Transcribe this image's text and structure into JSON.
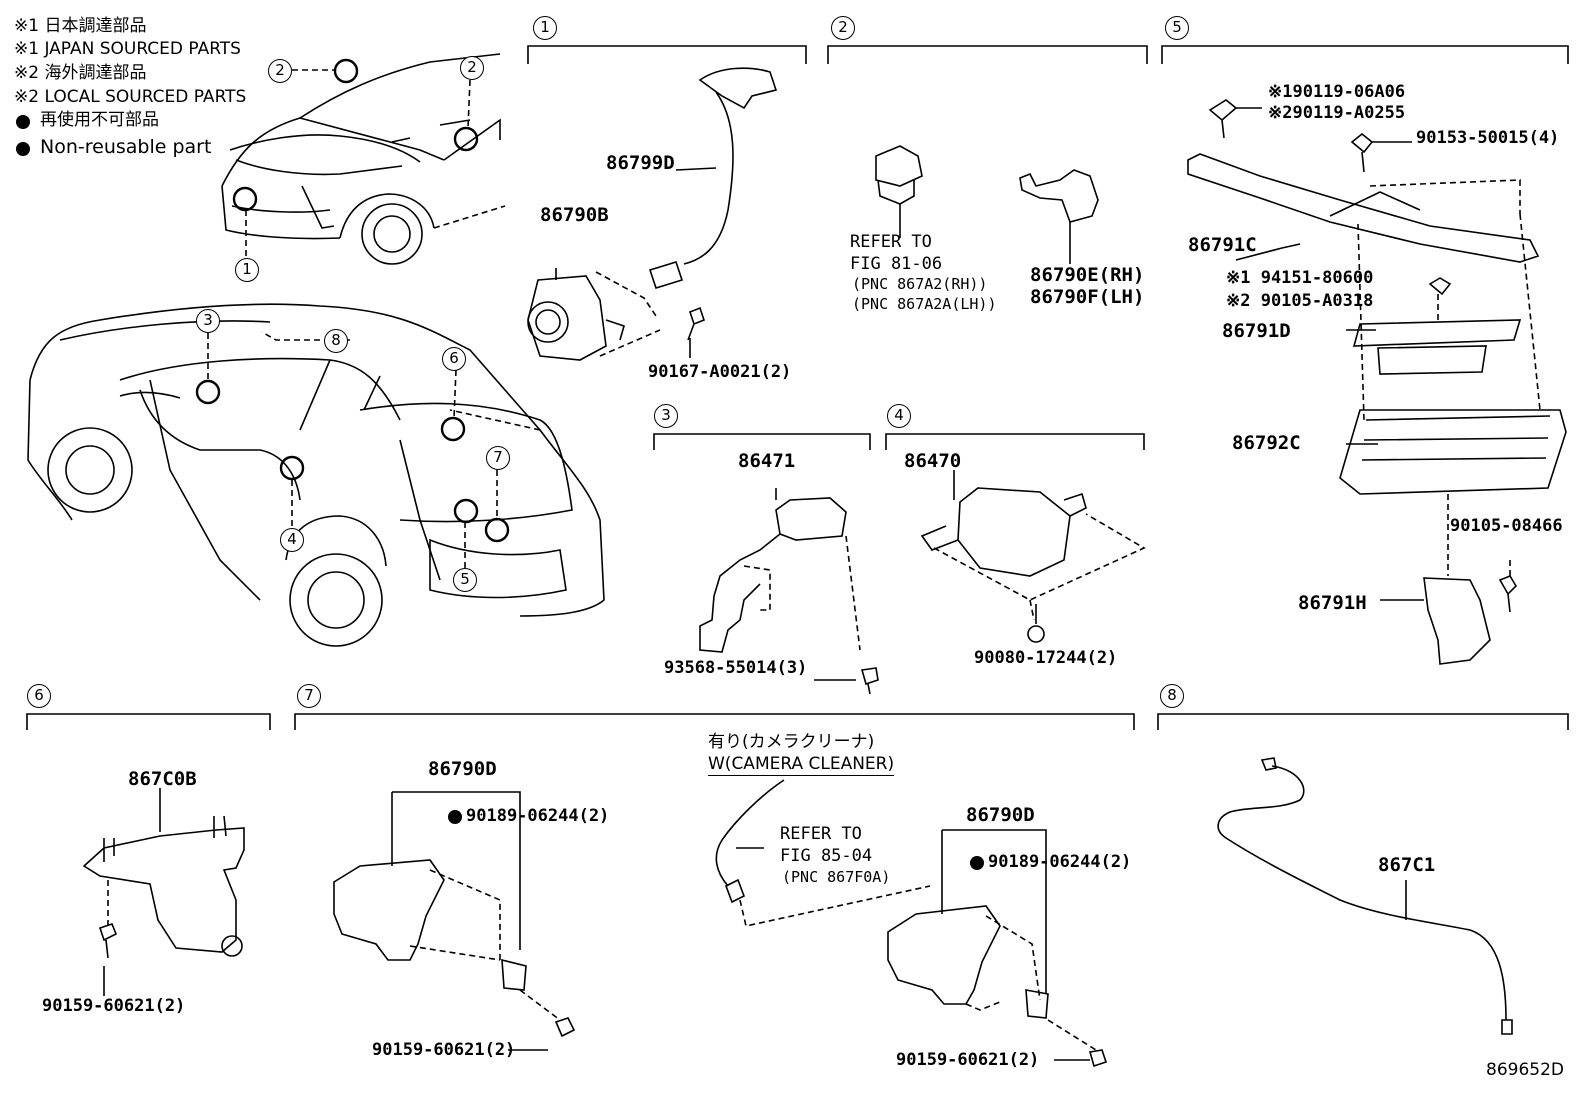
{
  "legend": {
    "note1_jp": "※1 日本調達部品",
    "note1_en": "※1 JAPAN SOURCED PARTS",
    "note2_jp": "※2 海外調達部品",
    "note2_en": "※2 LOCAL SOURCED PARTS",
    "nonreuse_jp": "再使用不可部品",
    "nonreuse_en": "Non-reusable part"
  },
  "callouts": [
    "1",
    "2",
    "3",
    "4",
    "5",
    "6",
    "7",
    "8"
  ],
  "section1": {
    "parts": [
      "86799D",
      "86790B",
      "90167-A0021(2)"
    ]
  },
  "section2": {
    "refer": "REFER TO",
    "fig": "FIG 81-06",
    "pnc_rh": "(PNC 867A2(RH))",
    "pnc_lh": "(PNC 867A2A(LH))",
    "parts": [
      "86790E(RH)",
      "86790F(LH)"
    ]
  },
  "section3": {
    "parts": [
      "86471",
      "93568-55014(3)"
    ]
  },
  "section4": {
    "parts": [
      "86470",
      "90080-17244(2)"
    ]
  },
  "section5": {
    "bolt1_a": "※190119-06A06",
    "bolt1_b": "※290119-A0255",
    "bolt2": "90153-50015(4)",
    "bracket_c": "86791C",
    "nut_a": "※1 94151-80600",
    "nut_b": "※2 90105-A0318",
    "bracket_d": "86791D",
    "ecu": "86792C",
    "bolt3": "90105-08466",
    "bracket_h": "86791H"
  },
  "section6": {
    "parts": [
      "867C0B",
      "90159-60621(2)"
    ]
  },
  "section7": {
    "camera_left": "86790D",
    "clip_left": "90189-06244(2)",
    "screw_left": "90159-60621(2)",
    "note_jp": "有り(カメラクリーナ)",
    "note_en": "W(CAMERA CLEANER)",
    "refer": "REFER TO",
    "fig": "FIG 85-04",
    "pnc": "(PNC 867F0A)",
    "camera_right": "86790D",
    "clip_right": "90189-06244(2)",
    "screw_right": "90159-60621(2)"
  },
  "section8": {
    "parts": [
      "867C1"
    ]
  },
  "diagram_code": "869652D"
}
